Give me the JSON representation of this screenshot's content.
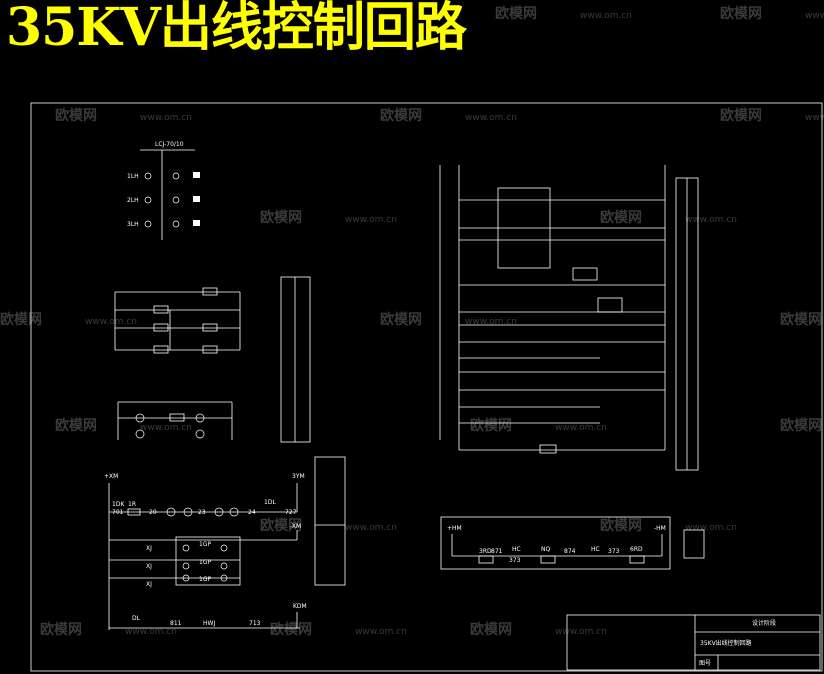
{
  "title": "35KV出线控制回路",
  "watermark": {
    "brand": "欧模网",
    "url": "www.om.cn"
  },
  "ct": {
    "header": "LCJ-70/10",
    "labels": [
      "1LH",
      "2LH",
      "3LH"
    ]
  },
  "control": {
    "top_left": "+XM",
    "top_right": "3YM",
    "mid_right": "-XM",
    "bottom_right": "KDM",
    "switch": "1DL",
    "kk": "1DK",
    "r": "1R",
    "nodes": [
      "701",
      "20",
      "23",
      "24",
      "727"
    ],
    "relays": [
      "1GP",
      "1GP",
      "1GP"
    ],
    "xj": [
      "XJ",
      "XJ",
      "XJ"
    ],
    "dl": "DL",
    "bottom_nodes": [
      "811",
      "HWJ",
      "713"
    ]
  },
  "signal": {
    "left": "+HM",
    "right": "-HM",
    "items": [
      "3RD",
      "871",
      "HC",
      "NQ",
      "373",
      "874",
      "HC",
      "373",
      "6RD"
    ]
  },
  "titleblock": {
    "project": "35KV出线控制回路",
    "sheet_label": "设计阶段",
    "drawing_no_label": "图号"
  }
}
